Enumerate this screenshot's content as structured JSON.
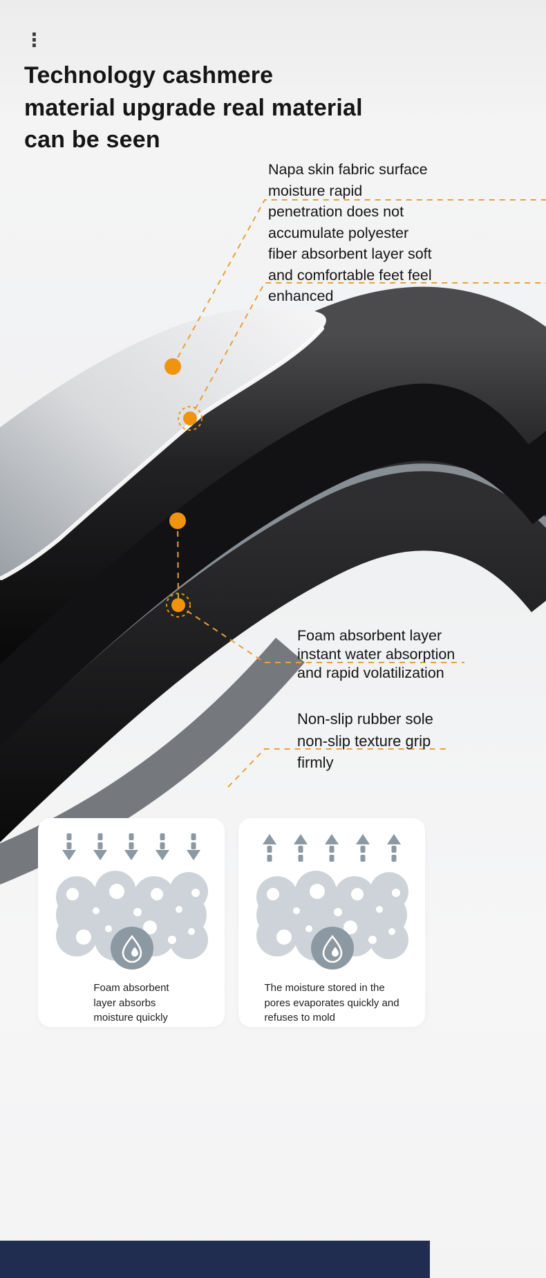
{
  "theme": {
    "accent_orange": "#F0930F",
    "dash_orange": "#E8A03A",
    "title_color": "#151515",
    "banner_navy": "#202C50",
    "card_bg": "#FFFFFF",
    "foam_gray": "#CDD3D9",
    "icon_gray": "#8C98A2"
  },
  "header": {
    "menu_icon": "⋮",
    "title_lines": [
      "Technology cashmere",
      "material upgrade real material",
      "can be seen"
    ]
  },
  "callouts": {
    "surface": {
      "lines": [
        "Napa skin fabric surface",
        "moisture rapid",
        "penetration does not",
        "accumulate polyester",
        "fiber absorbent layer soft",
        "and comfortable feet feel",
        "enhanced"
      ]
    },
    "foam": {
      "lines": [
        "Foam absorbent layer",
        "instant water absorption",
        "and rapid volatilization"
      ]
    },
    "sole": {
      "lines": [
        "Non-slip rubber sole",
        "non-slip texture grip",
        "firmly"
      ]
    }
  },
  "cards": [
    {
      "arrow_direction": "down",
      "caption_lines": [
        "Foam absorbent",
        "layer absorbs",
        "moisture quickly"
      ]
    },
    {
      "arrow_direction": "up",
      "caption_lines": [
        "The moisture stored in the",
        "pores evaporates quickly and",
        "refuses to mold"
      ]
    }
  ]
}
